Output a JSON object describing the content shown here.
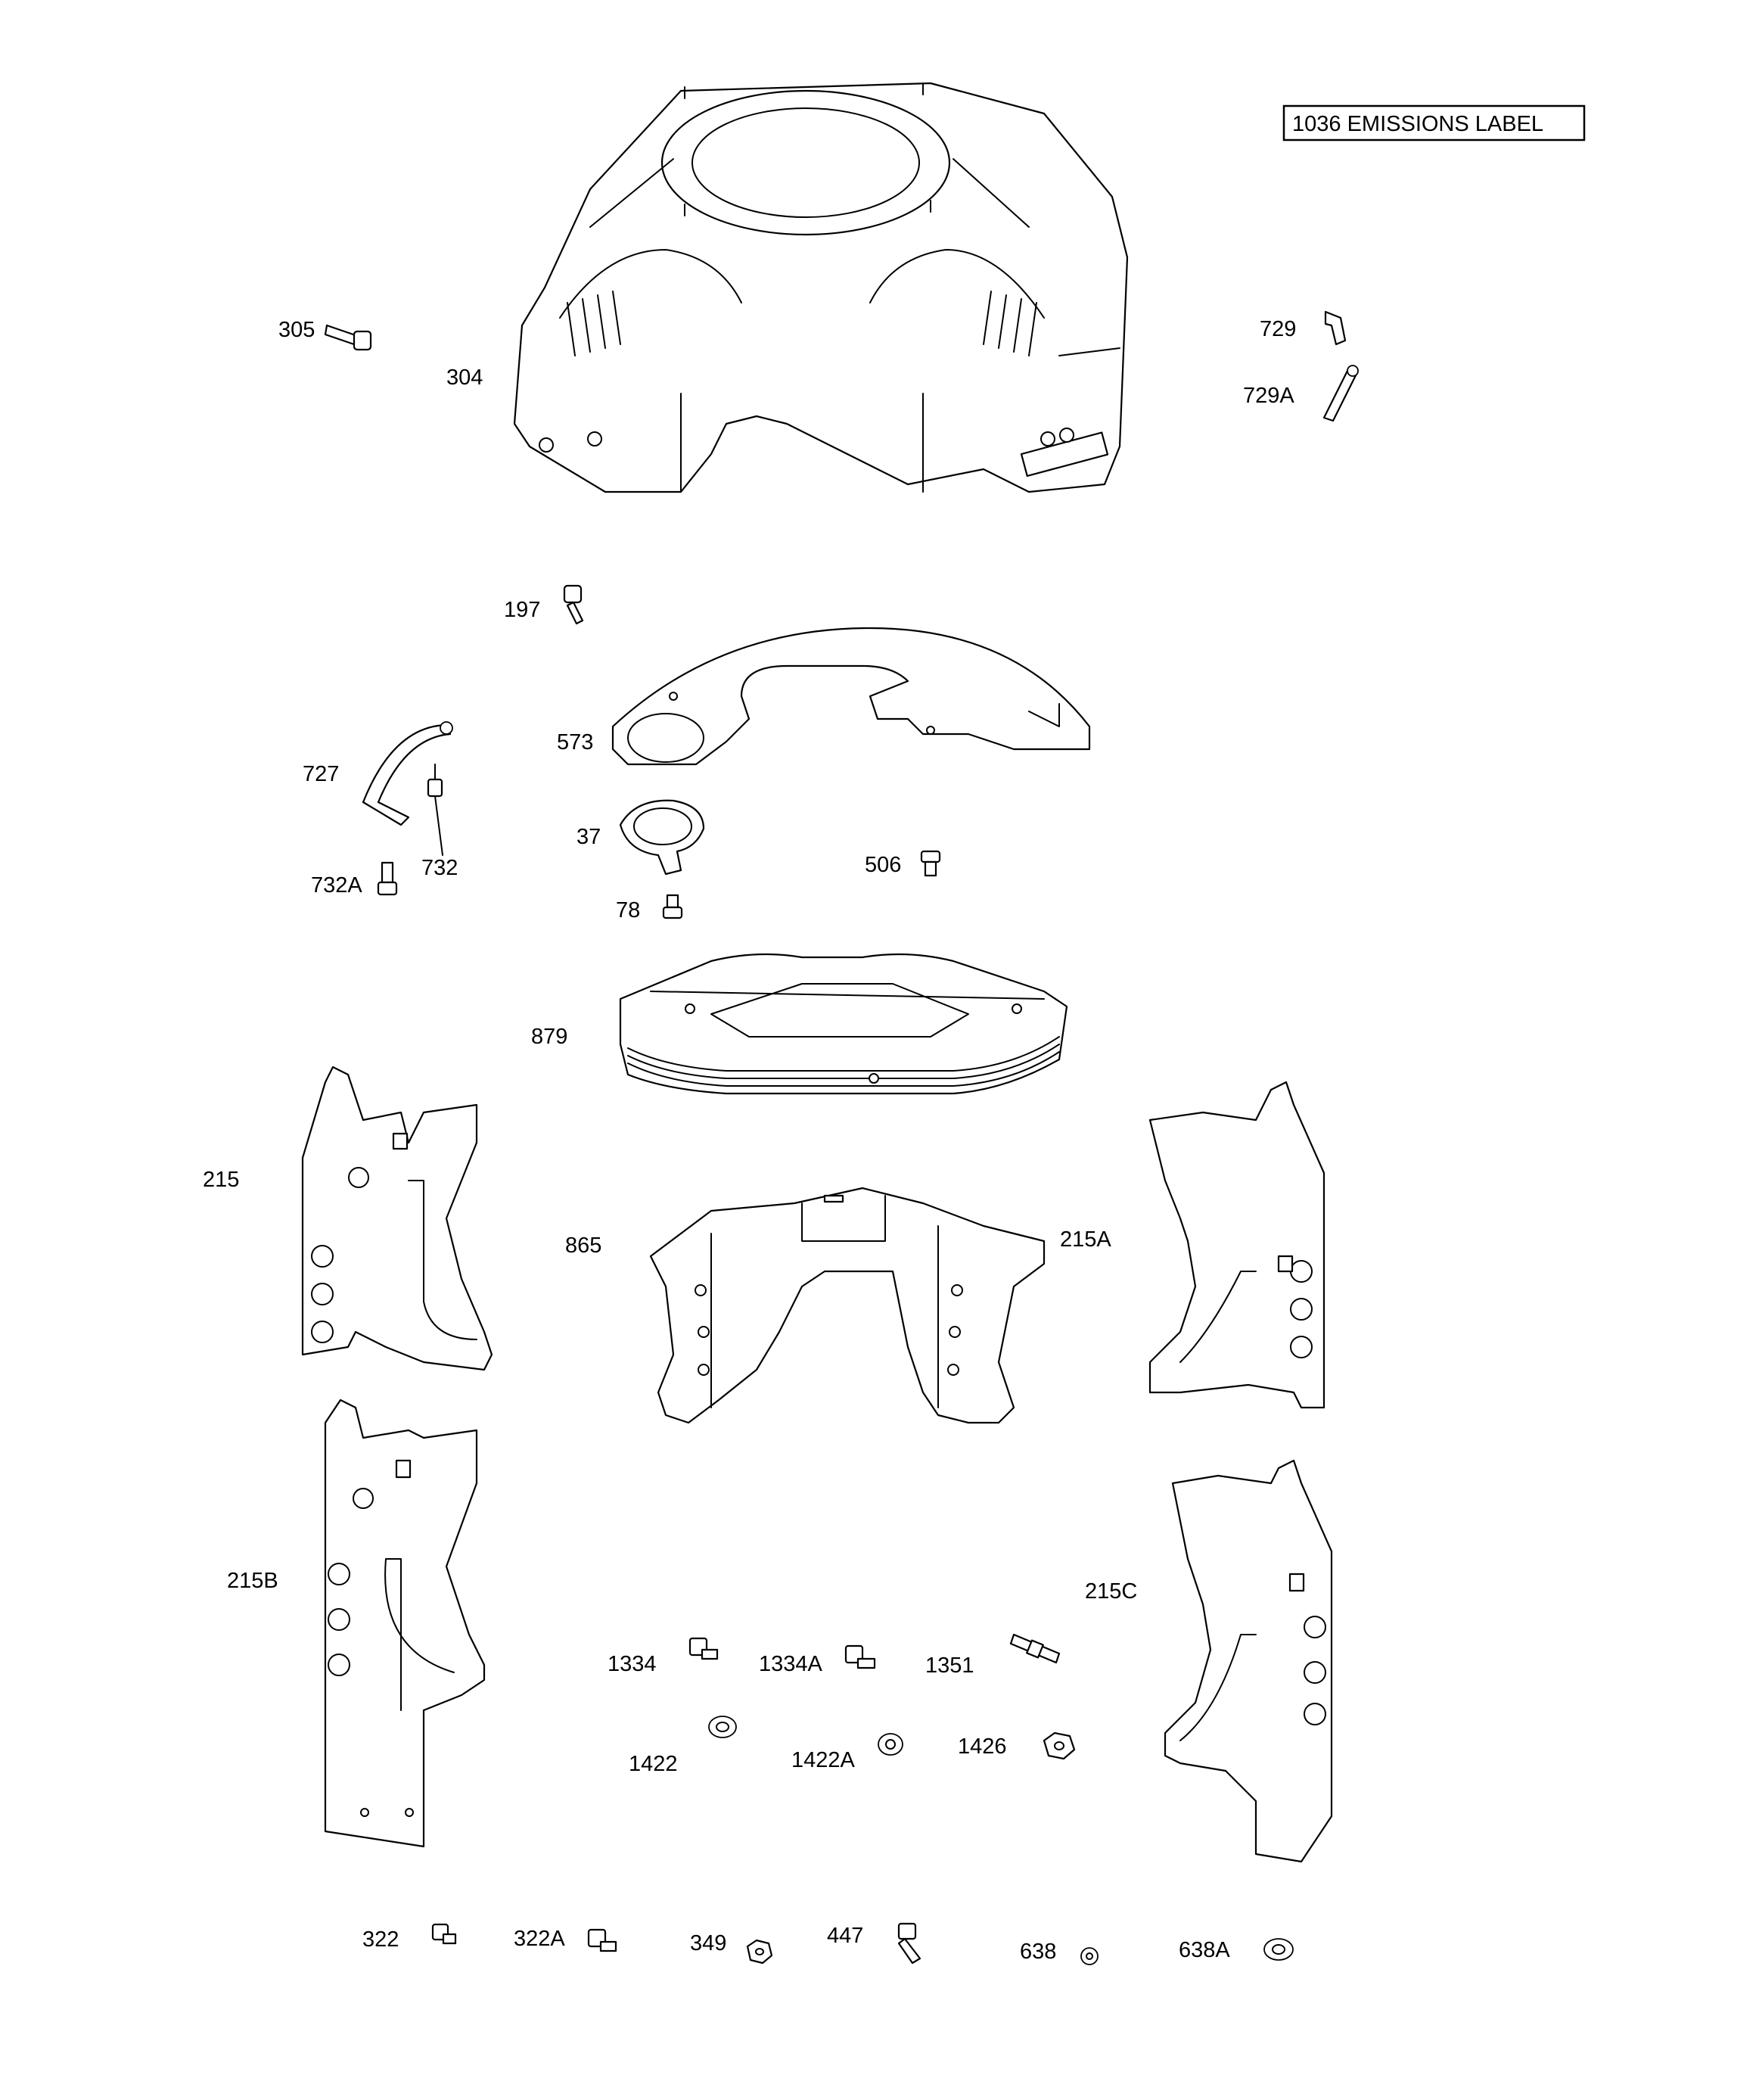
{
  "emissions_label": "1036 EMISSIONS LABEL",
  "callouts": {
    "c304": "304",
    "c305": "305",
    "c729": "729",
    "c729A": "729A",
    "c197": "197",
    "c573": "573",
    "c727": "727",
    "c732": "732",
    "c732A": "732A",
    "c37": "37",
    "c78": "78",
    "c506": "506",
    "c879": "879",
    "c215": "215",
    "c865": "865",
    "c215A": "215A",
    "c215B": "215B",
    "c215C": "215C",
    "c1334": "1334",
    "c1334A": "1334A",
    "c1351": "1351",
    "c1422": "1422",
    "c1422A": "1422A",
    "c1426": "1426",
    "c322": "322",
    "c322A": "322A",
    "c349": "349",
    "c447": "447",
    "c638": "638",
    "c638A": "638A"
  }
}
